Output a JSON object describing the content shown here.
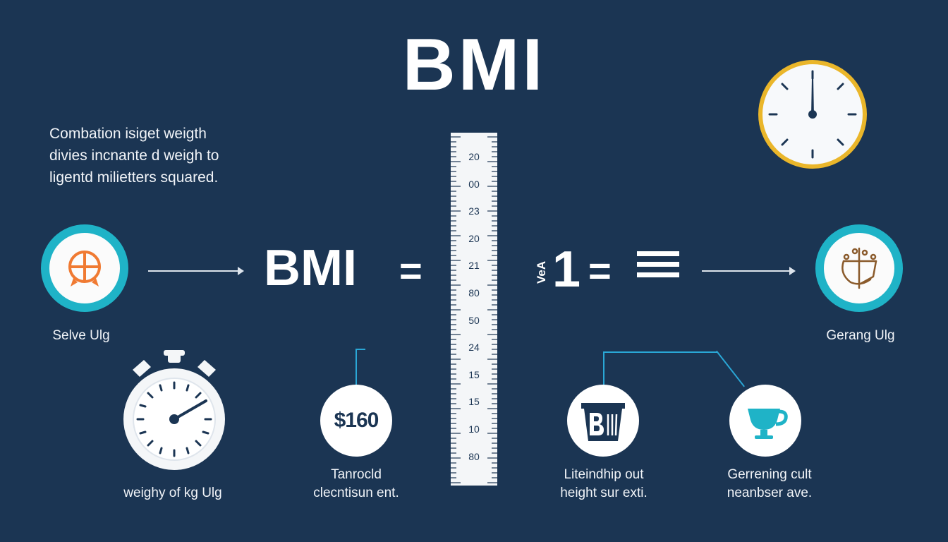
{
  "title": "BMI",
  "description": {
    "lines": [
      "Combation isiget weigth",
      "divies incnante d weigh to",
      "ligentd milietters squared."
    ]
  },
  "formula": {
    "term": "BMI",
    "equals": "=",
    "result_prefix": "VeA",
    "result_value": "1",
    "result_equals": "="
  },
  "ruler": {
    "numbers": [
      "20",
      "00",
      "23",
      "20",
      "21",
      "80",
      "50",
      "24",
      "15",
      "15",
      "10",
      "80"
    ]
  },
  "left_item": {
    "label": "Selve Ulg",
    "icon": "crosshair-icon"
  },
  "right_item": {
    "label": "Gerang Ulg",
    "icon": "scale-sketch-icon"
  },
  "bottom_items": [
    {
      "label": "weighy of kg Ulg",
      "icon": "stopwatch-icon"
    },
    {
      "label_lines": [
        "Tanrocld",
        "clecntisun ent."
      ],
      "value": "$160"
    },
    {
      "label_lines": [
        "Liteindhip out",
        "height sur exti."
      ],
      "icon": "trash-bin-icon"
    },
    {
      "label_lines": [
        "Gerrening cult",
        "neanbser ave."
      ],
      "icon": "cup-icon"
    }
  ],
  "colors": {
    "background": "#1b3553",
    "teal": "#1fb3c7",
    "gold": "#eab62a",
    "orange": "#f07a32",
    "connector": "#2aa7d6"
  }
}
